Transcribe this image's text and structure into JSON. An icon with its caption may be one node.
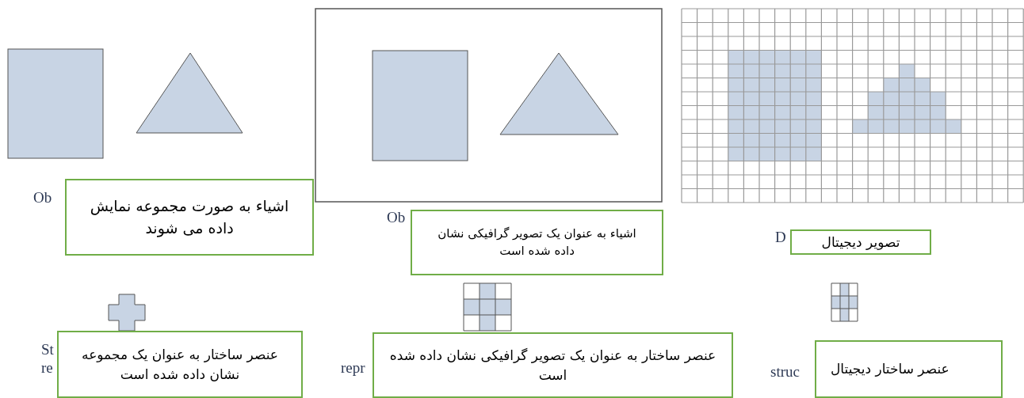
{
  "diagram": {
    "nodes": [
      {
        "text": [
          "اشیاء به صورت مجموعه نمایش داده می شوند"
        ]
      },
      {
        "text": [
          "اشیاء به عنوان یک تصویر گرافیکی نشان داده شده است"
        ]
      },
      {
        "text": [
          "تصویر دیجیتال"
        ]
      },
      {
        "text": [
          "عنصر ساختار به عنوان یک مجموعه نشان داده شده است"
        ]
      },
      {
        "text": [
          "عنصر ساختار به عنوان یک تصویر گرافیکی نشان داده شده است"
        ]
      },
      {
        "text": [
          "عنصر ساختار دیجیتال"
        ]
      }
    ],
    "labels": [
      "Ob",
      "Ob",
      "D",
      "St",
      "re",
      "repr",
      "struc"
    ]
  }
}
